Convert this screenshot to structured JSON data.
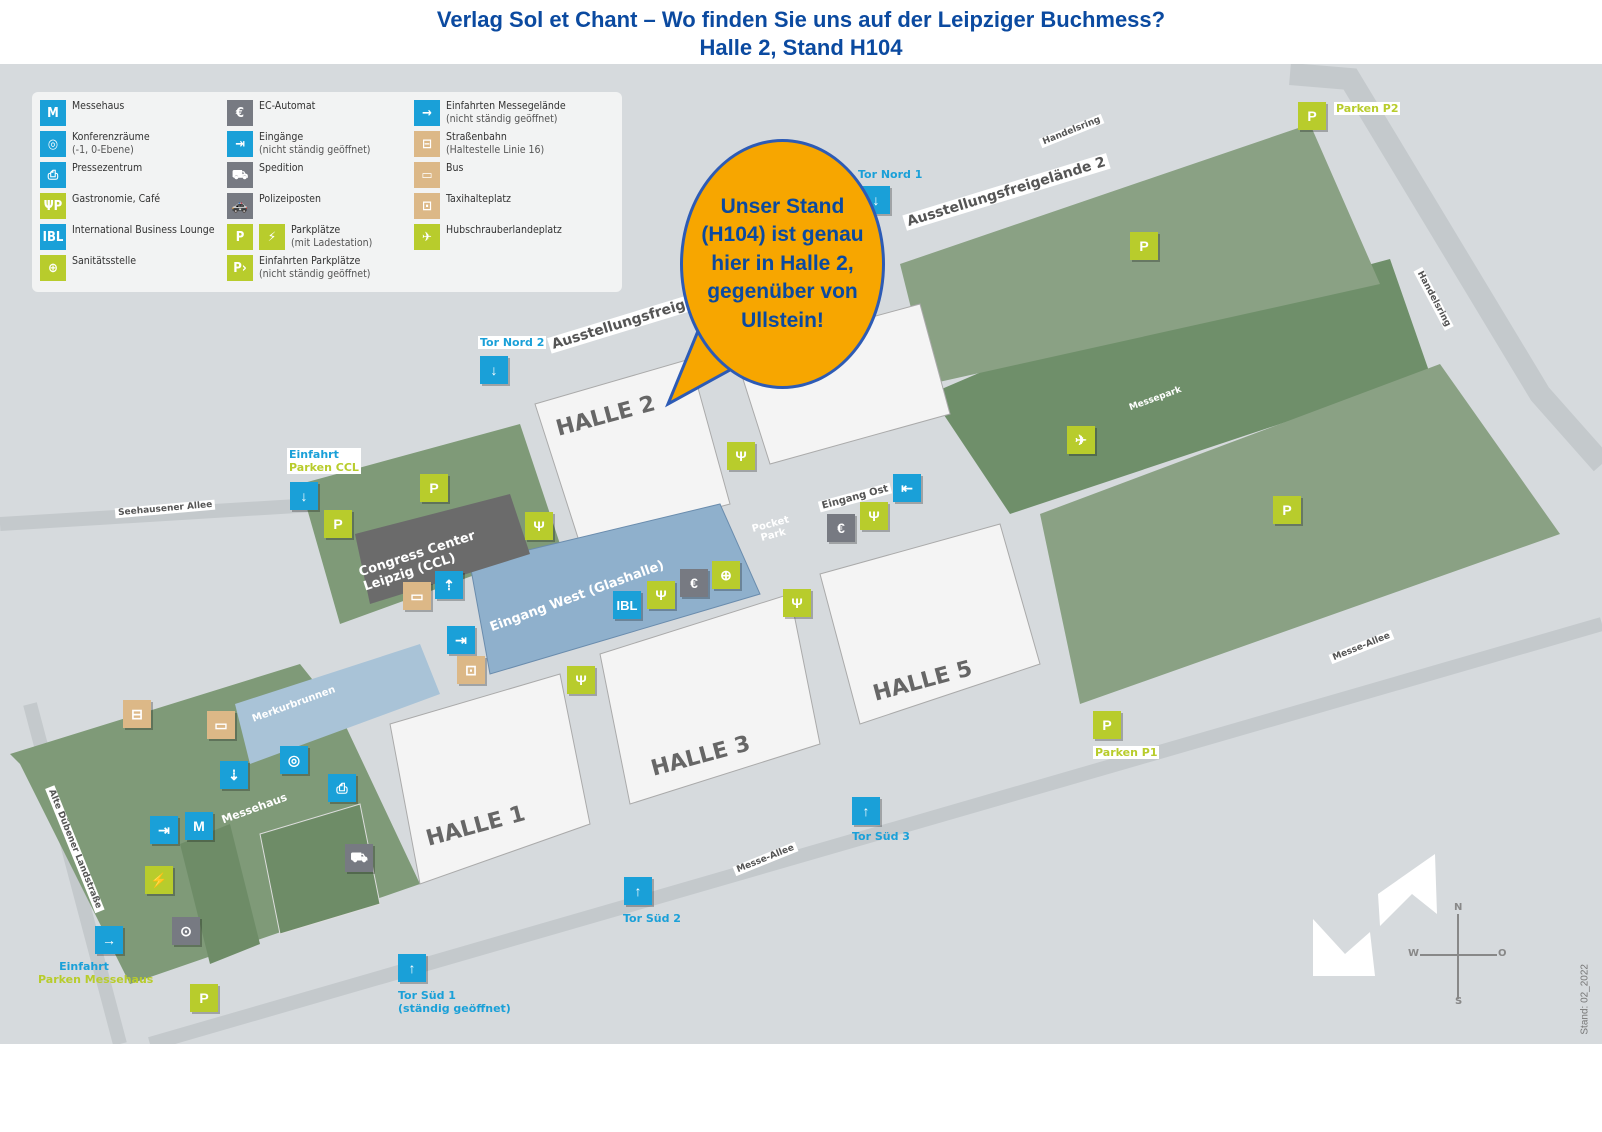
{
  "title": {
    "line1": "Verlag Sol et Chant – Wo finden Sie uns auf der Leipziger Buchmess?",
    "line2": "Halle 2, Stand H104"
  },
  "callout": "Unser Stand (H104) ist genau hier in Halle 2, gegenüber von Ullstein!",
  "legend": [
    {
      "icon": "messehaus-icon",
      "glyph": "M",
      "label": "Messehaus",
      "sub": ""
    },
    {
      "icon": "conference-icon",
      "glyph": "◎",
      "label": "Konferenzräume",
      "sub": "(-1, 0-Ebene)"
    },
    {
      "icon": "press-icon",
      "glyph": "⎙",
      "label": "Pressezentrum",
      "sub": ""
    },
    {
      "icon": "fork-knife-icon",
      "glyph": "ΨP",
      "label": "Gastronomie, Café",
      "sub": ""
    },
    {
      "icon": "ibl-icon",
      "glyph": "IBL",
      "label": "International Business Lounge",
      "sub": ""
    },
    {
      "icon": "first-aid-icon",
      "glyph": "⊕",
      "label": "Sanitätsstelle",
      "sub": ""
    },
    {
      "icon": "atm-icon",
      "glyph": "€",
      "label": "EC-Automat",
      "sub": ""
    },
    {
      "icon": "entrance-icon",
      "glyph": "⇥",
      "label": "Eingänge",
      "sub": "(nicht ständig geöffnet)"
    },
    {
      "icon": "shipping-icon",
      "glyph": "⛟",
      "label": "Spedition",
      "sub": ""
    },
    {
      "icon": "police-icon",
      "glyph": "🚓",
      "label": "Polizeiposten",
      "sub": ""
    },
    {
      "icon": "parking-icon",
      "glyph": "P",
      "label": "Parkplätze",
      "sub": "(mit Ladestation)"
    },
    {
      "icon": "parking-entry-icon",
      "glyph": "P›",
      "label": "Einfahrten Parkplätze",
      "sub": "(nicht ständig geöffnet)"
    },
    {
      "icon": "arrow-right-icon",
      "glyph": "→",
      "label": "Einfahrten Messegelände",
      "sub": "(nicht ständig geöffnet)"
    },
    {
      "icon": "tram-icon",
      "glyph": "⊟",
      "label": "Straßenbahn",
      "sub": "(Haltestelle Linie 16)"
    },
    {
      "icon": "bus-icon",
      "glyph": "▭",
      "label": "Bus",
      "sub": ""
    },
    {
      "icon": "taxi-icon",
      "glyph": "⊡",
      "label": "Taxihalteplatz",
      "sub": ""
    },
    {
      "icon": "helicopter-icon",
      "glyph": "✈",
      "label": "Hubschrauberlandeplatz",
      "sub": ""
    }
  ],
  "halls": [
    "HALLE 1",
    "HALLE 2",
    "HALLE 3",
    "HALLE 5"
  ],
  "gates": {
    "tor_nord_1": "Tor Nord 1",
    "tor_nord_2": "Tor Nord 2",
    "tor_sued_1": "Tor Süd 1",
    "tor_sued_1_sub": "(ständig geöffnet)",
    "tor_sued_2": "Tor Süd 2",
    "tor_sued_3": "Tor Süd 3",
    "einfahrt_ccl": "Einfahrt",
    "einfahrt_ccl_sub": "Parken CCL",
    "einfahrt_messehaus": "Einfahrt",
    "einfahrt_messehaus_sub": "Parken Messehaus"
  },
  "parking": {
    "p1": "Parken P1",
    "p2": "Parken P2"
  },
  "places": {
    "ccl": "Congress Center Leipzig (CCL)",
    "eingang_west": "Eingang West (Glashalle)",
    "eingang_ost": "Eingang Ost",
    "pocket_park": "Pocket Park",
    "freigelaende_1": "Ausstellungsfreigelände",
    "freigelaende_2": "Ausstellungsfreigelände 2",
    "messepark": "Messepark",
    "merkurbrunnen": "Merkurbrunnen",
    "messehaus": "Messehaus",
    "ibl": "IBL"
  },
  "roads": {
    "seehausener": "Seehausener Allee",
    "handelsring1": "Handelsring",
    "handelsring2": "Handelsring",
    "messe_allee1": "Messe-Allee",
    "messe_allee2": "Messe-Allee",
    "duebener": "Alte Dübener Landstraße"
  },
  "compass": {
    "n": "N",
    "s": "S",
    "w": "W",
    "o": "O"
  },
  "stand": "Stand: 02_2022"
}
